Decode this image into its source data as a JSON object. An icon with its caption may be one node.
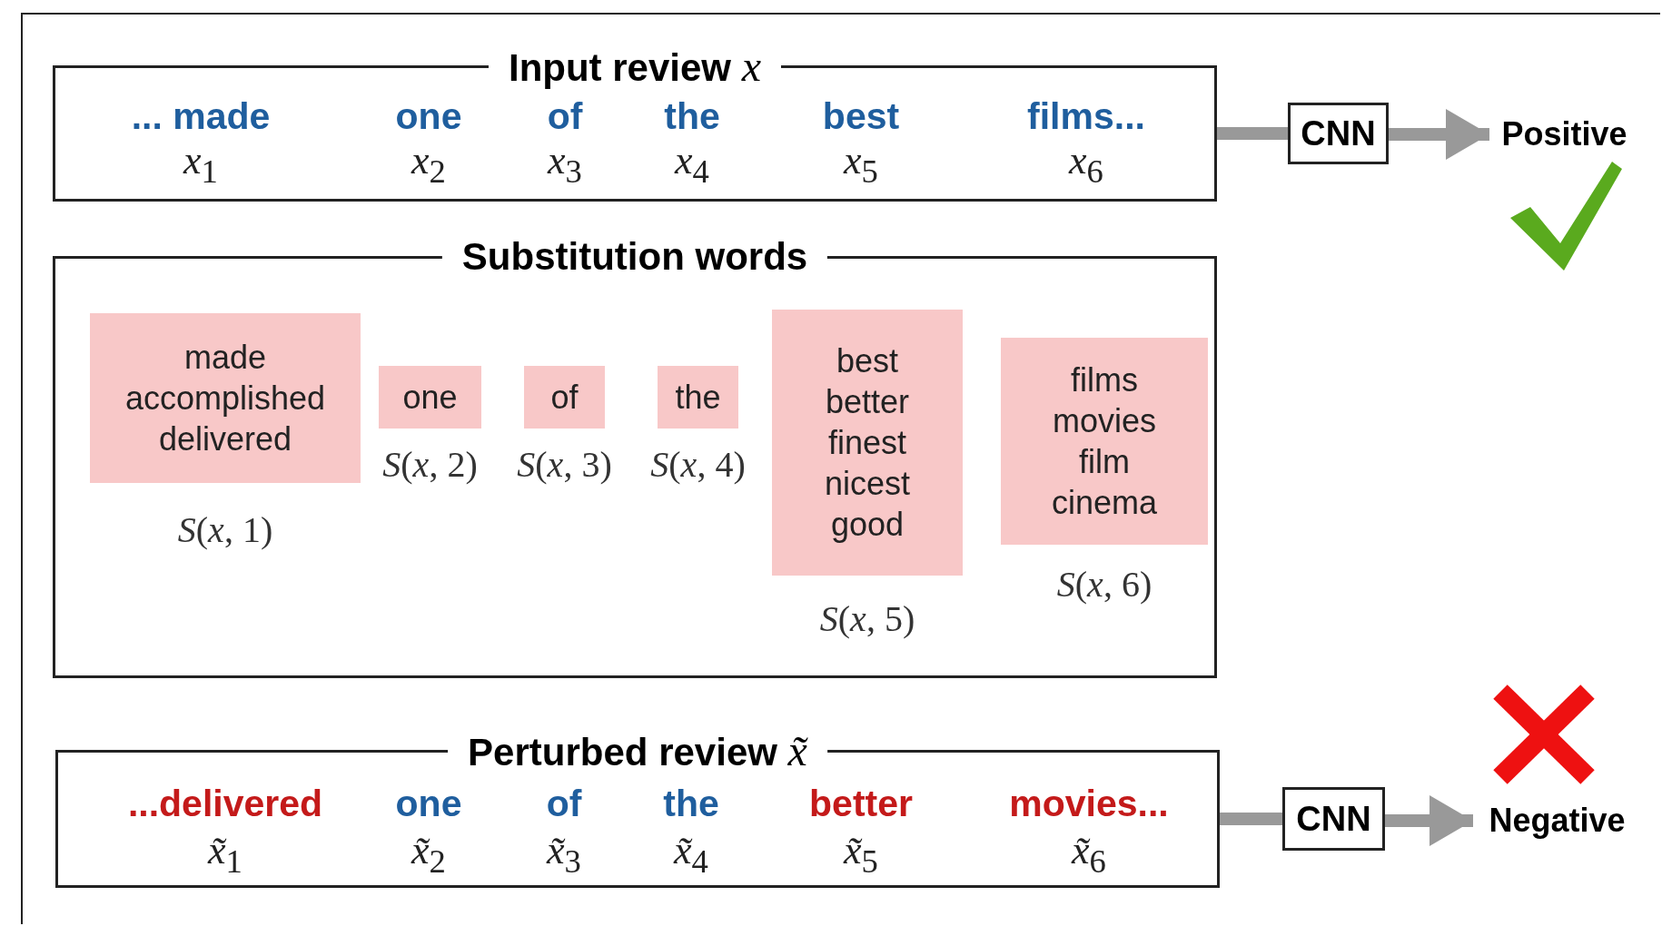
{
  "diagram": {
    "nodes": [
      {
        "text": [
          "Input review *x*",
          "... made",
          "*x*$_{1}$",
          "one",
          "*x*$_{2}$",
          "of",
          "*x*$_{3}$",
          "the",
          "*x*$_{4}$",
          "best",
          "*x*$_{5}$",
          "films...",
          "*x*$_{6}$"
        ]
      },
      {
        "text": [
          "CNN"
        ]
      },
      {
        "text": [
          "Positive"
        ]
      },
      {
        "text": [
          "Substitution words"
        ]
      },
      {
        "text": [
          "made",
          "accomplished",
          "delivered"
        ],
        "in": 3,
        "beside": [
          "*S*(*x*, 1)"
        ]
      },
      {
        "text": [
          "one"
        ],
        "in": 3,
        "beside": [
          "*S*(*x*, 2)"
        ]
      },
      {
        "text": [
          "of"
        ],
        "in": 3,
        "beside": [
          "*S*(*x*, 3)"
        ]
      },
      {
        "text": [
          "the"
        ],
        "in": 3,
        "beside": [
          "*S*(*x*, 4)"
        ]
      },
      {
        "text": [
          "best",
          "better",
          "finest",
          "nicest",
          "good"
        ],
        "in": 3,
        "beside": [
          "*S*(*x*, 5)"
        ]
      },
      {
        "text": [
          "films",
          "movies",
          "film",
          "cinema"
        ],
        "in": 3,
        "beside": [
          "*S*(*x*, 6)"
        ]
      },
      {
        "text": [
          "Perturbed review *x̃*",
          "...delivered",
          "*x̃*$_{1}$",
          "one",
          "*x̃*$_{2}$",
          "of",
          "*x̃*$_{3}$",
          "the",
          "*x̃*$_{4}$",
          "better",
          "*x̃*$_{5}$",
          "movies...",
          "*x̃*$_{6}$"
        ]
      },
      {
        "text": [
          "CNN"
        ]
      },
      {
        "text": [
          "Negative"
        ]
      }
    ],
    "edges": [
      {
        "from": 0,
        "to": 1,
        "arrow": "none"
      },
      {
        "from": 1,
        "to": 2,
        "arrow": "to"
      },
      {
        "from": 10,
        "to": 11,
        "arrow": "none"
      },
      {
        "from": 11,
        "to": 12,
        "arrow": "to"
      }
    ]
  }
}
